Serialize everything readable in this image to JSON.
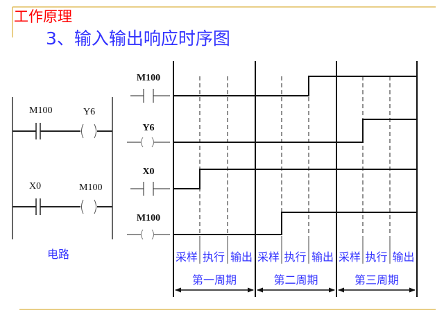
{
  "header": {
    "section": "工作原理",
    "title": "3、输入输出响应时序图"
  },
  "colors": {
    "accent_line": "#e2bf60",
    "section": "#ff0000",
    "title": "#3333ff"
  },
  "ladder": {
    "caption": "电路",
    "rungs": [
      {
        "contact": "M100",
        "coil": "Y6"
      },
      {
        "contact": "X0",
        "coil": "M100"
      }
    ]
  },
  "timing": {
    "slot_count": 9,
    "signals": [
      {
        "name": "M100",
        "symbol": "contact",
        "rise_slot": 5
      },
      {
        "name": "Y6",
        "symbol": "coil",
        "rise_slot": 7
      },
      {
        "name": "X0",
        "symbol": "contact",
        "rise_slot": 1
      },
      {
        "name": "M100",
        "symbol": "coil",
        "rise_slot": 4
      }
    ],
    "phases": [
      "采样",
      "执行",
      "输出"
    ],
    "cycles": [
      "第一周期",
      "第二周期",
      "第三周期"
    ]
  }
}
